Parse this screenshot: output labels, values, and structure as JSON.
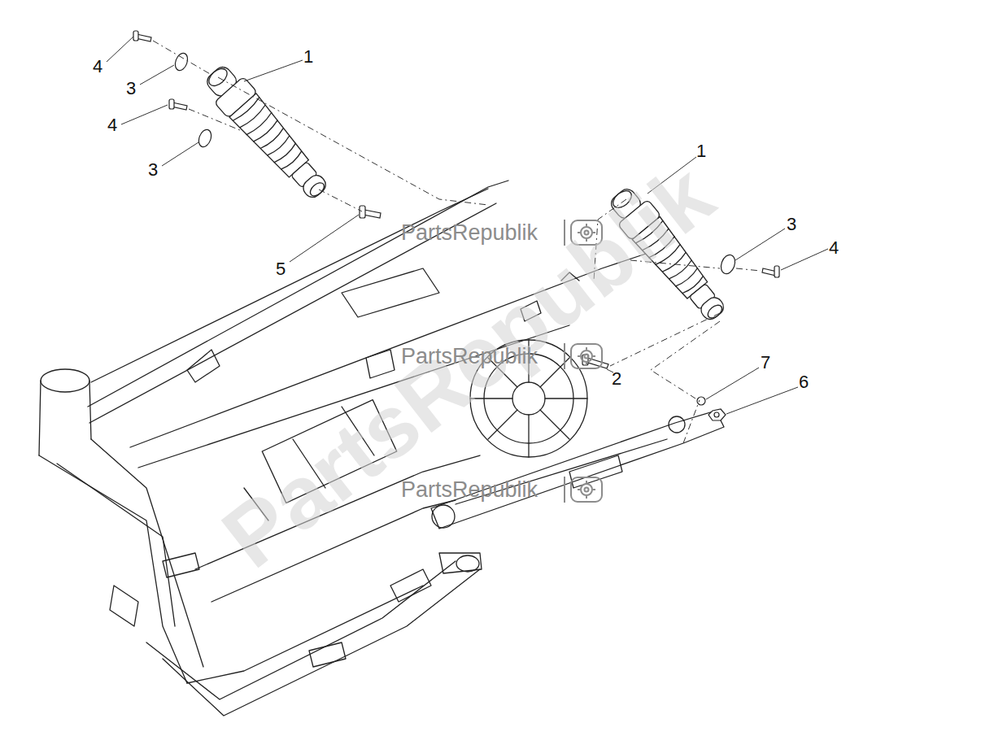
{
  "diagram": {
    "labels": [
      "4",
      "1",
      "3",
      "4",
      "3",
      "1",
      "3",
      "4",
      "5",
      "2",
      "7",
      "6",
      "PartsRepublik",
      "PartsRepublik",
      "PartsRepublik",
      "PartsRepublik"
    ]
  }
}
